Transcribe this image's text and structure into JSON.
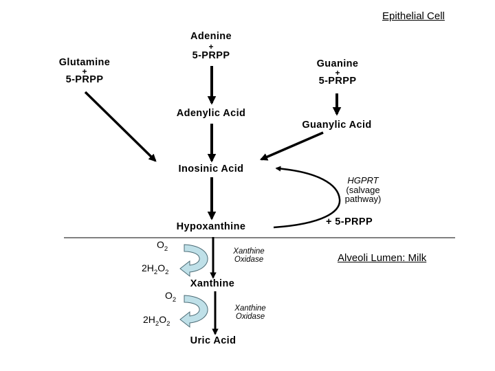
{
  "regions": {
    "cell": "Epithelial Cell",
    "lumen": "Alveoli Lumen: Milk"
  },
  "nodes": {
    "adenine": {
      "base": "Adenine",
      "plus": "+",
      "prpp": "5-PRPP"
    },
    "glutamine": {
      "base": "Glutamine",
      "plus": "+",
      "prpp": "5-PRPP"
    },
    "guanine": {
      "base": "Guanine",
      "plus": "+",
      "prpp": "5-PRPP"
    },
    "adenylic_acid": "Adenylic Acid",
    "guanylic_acid": "Guanylic Acid",
    "inosinic_acid": "Inosinic Acid",
    "hypoxanthine": "Hypoxanthine",
    "xanthine": "Xanthine",
    "uric_acid": "Uric Acid"
  },
  "salvage": {
    "enzyme": "HGPRT",
    "line1": "(salvage",
    "line2": "pathway)",
    "cosubstrate": "+ 5-PRPP"
  },
  "oxidation_steps": [
    {
      "enzyme_line1": "Xanthine",
      "enzyme_line2": "Oxidase",
      "o2_base": "O",
      "o2_sub": "2",
      "h2o2_a": "2H",
      "h2o2_sub1": "2",
      "h2o2_b": "O",
      "h2o2_sub2": "2"
    },
    {
      "enzyme_line1": "Xanthine",
      "enzyme_line2": "Oxidase",
      "o2_base": "O",
      "o2_sub": "2",
      "h2o2_a": "2H",
      "h2o2_sub1": "2",
      "h2o2_b": "O",
      "h2o2_sub2": "2"
    }
  ],
  "colors": {
    "arrow": "#000000",
    "oxidase_arrow": "#bfe0e8",
    "oxidase_stroke": "#4a6a74"
  }
}
